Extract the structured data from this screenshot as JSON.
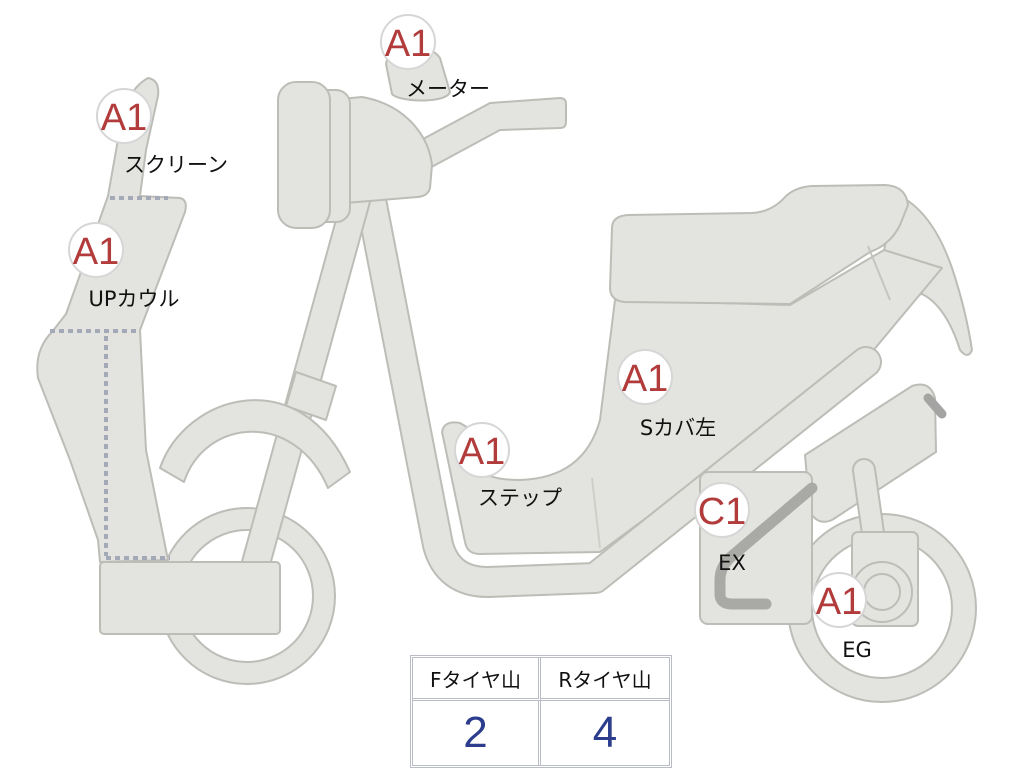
{
  "colors": {
    "grade_text": "#b23b3b",
    "tire_value": "#2b3d8c",
    "body_fill": "#e3e3df",
    "body_stroke": "#bdbdb8"
  },
  "parts": [
    {
      "grade": "A1",
      "label": "メーター"
    },
    {
      "grade": "A1",
      "label": "スクリーン"
    },
    {
      "grade": "A1",
      "label": "UPカウル"
    },
    {
      "grade": "A1",
      "label": "Sカバ左"
    },
    {
      "grade": "A1",
      "label": "ステップ"
    },
    {
      "grade": "C1",
      "label": "EX"
    },
    {
      "grade": "A1",
      "label": "EG"
    }
  ],
  "tire_table": {
    "front": {
      "header": "Fタイヤ山",
      "value": "2"
    },
    "rear": {
      "header": "Rタイヤ山",
      "value": "4"
    }
  }
}
